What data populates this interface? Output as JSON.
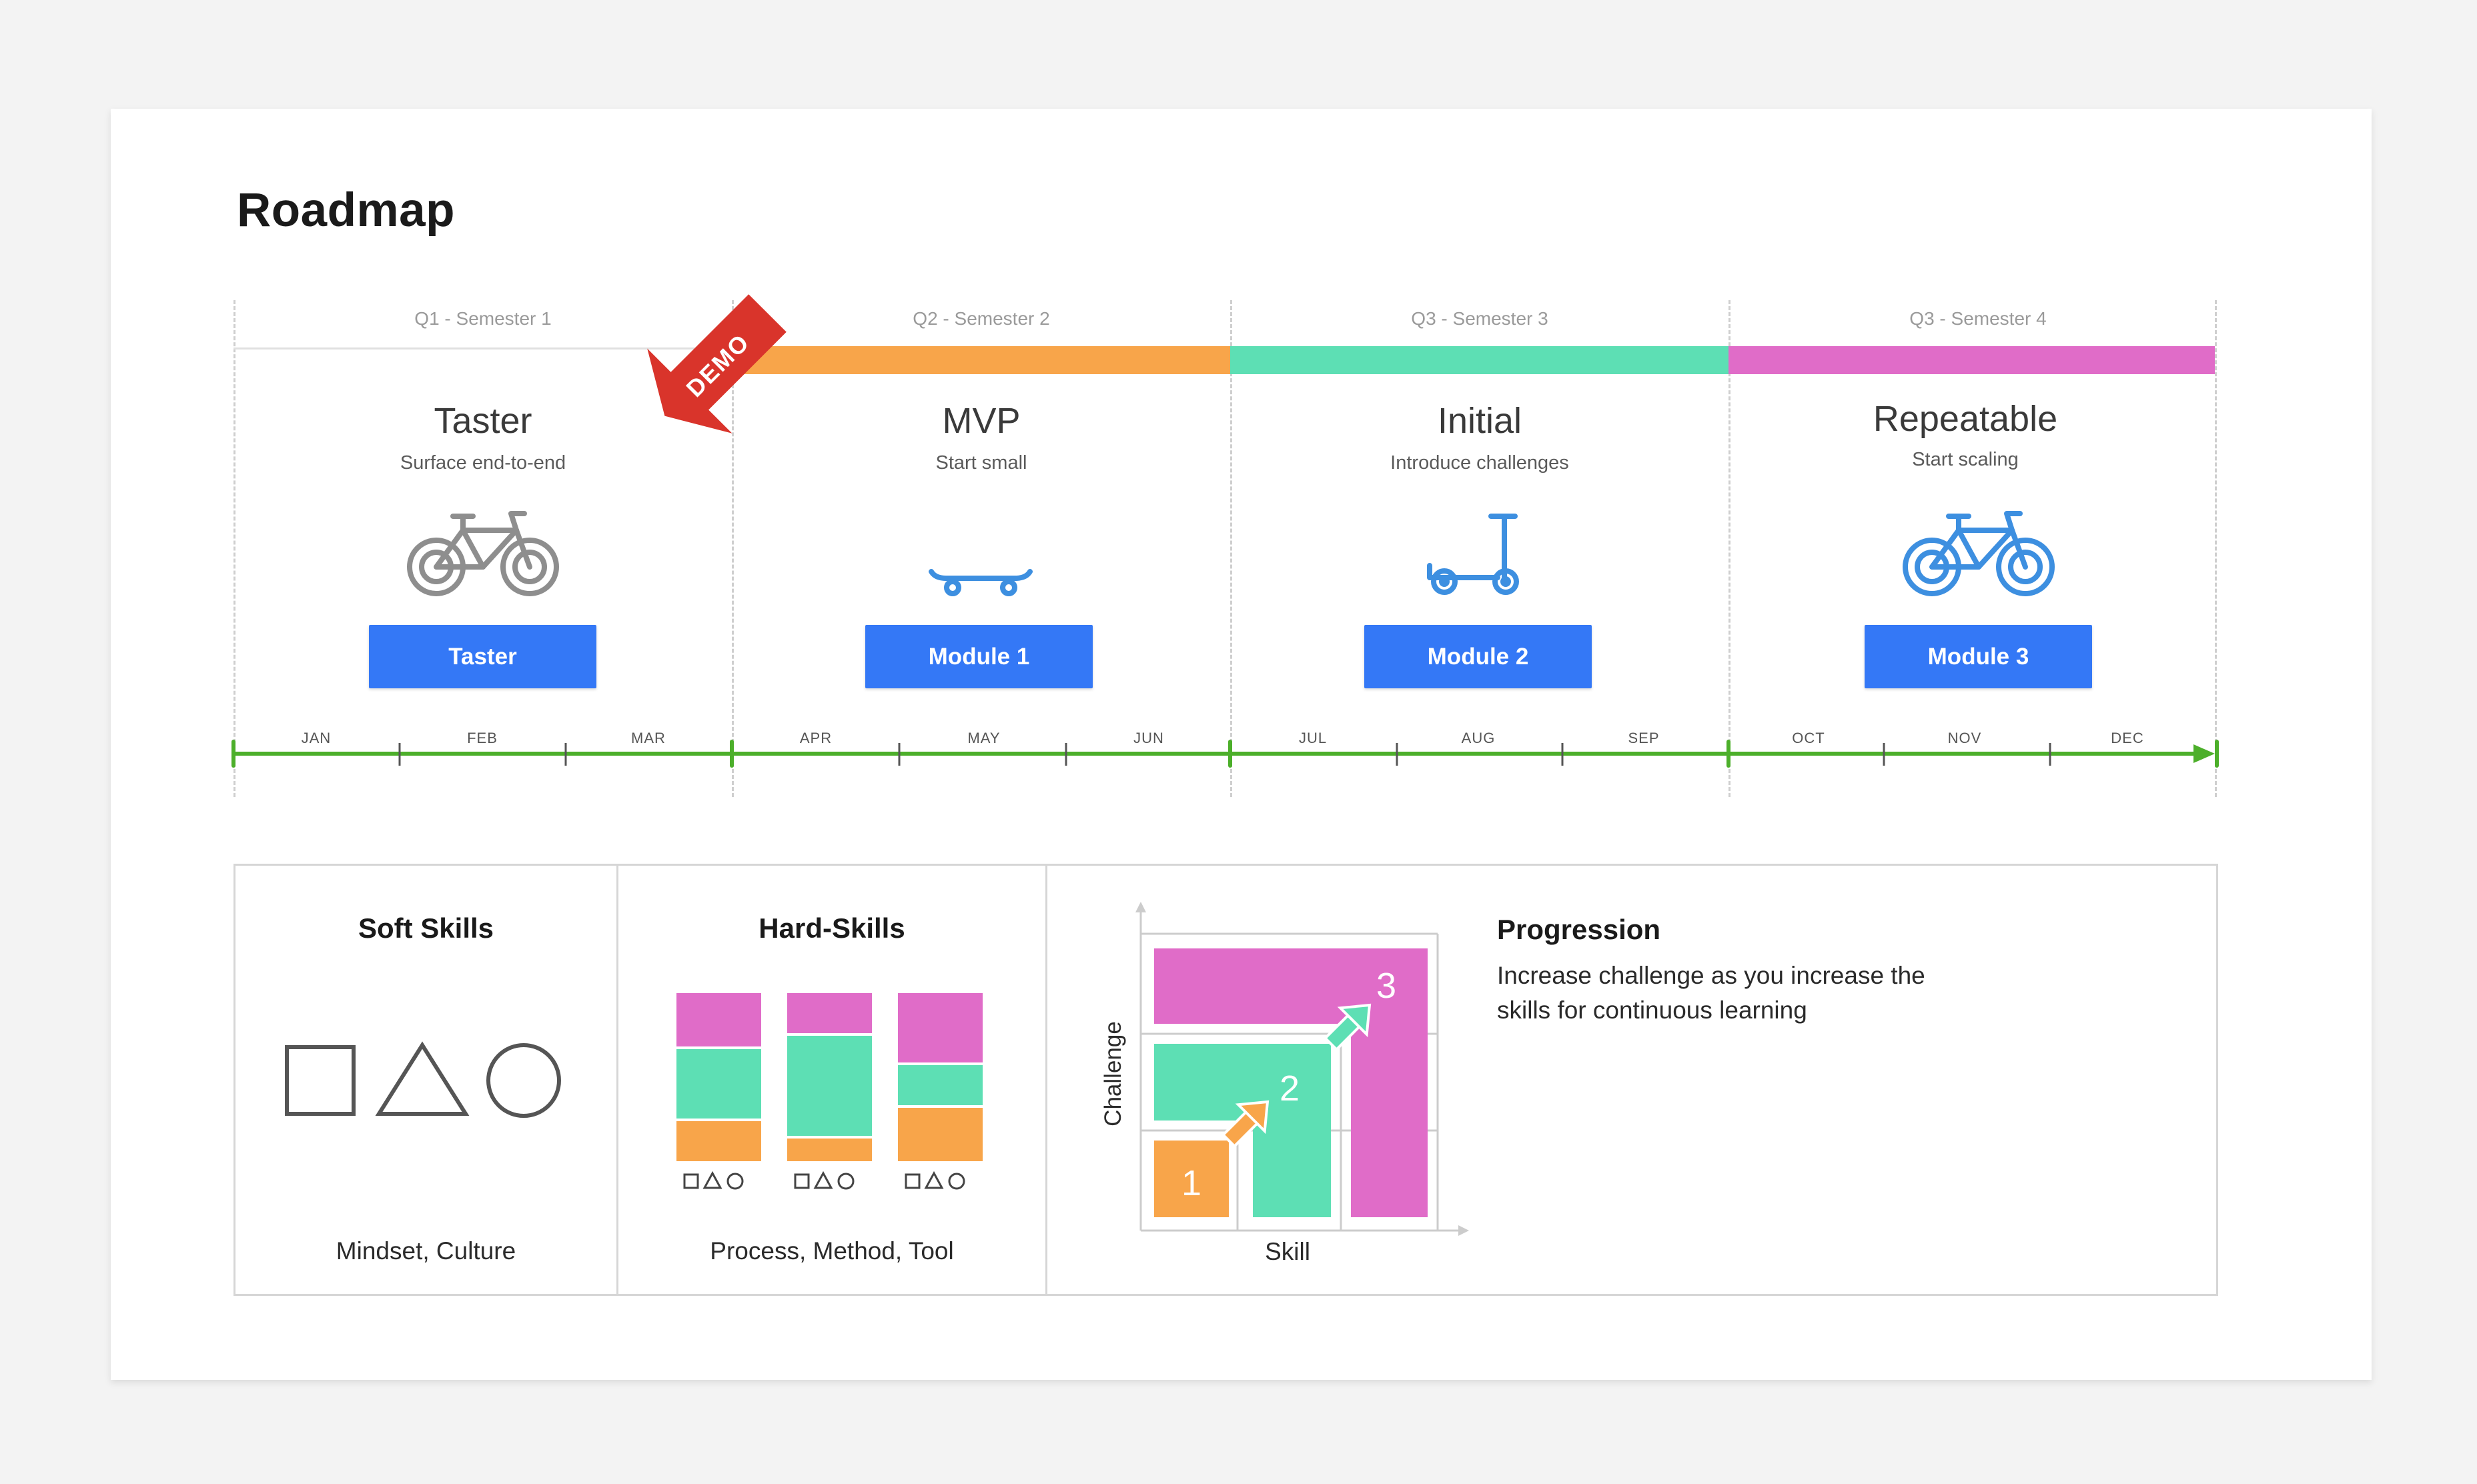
{
  "title": "Roadmap",
  "demo_ribbon": "DEMO",
  "quarters": [
    {
      "label": "Q1 - Semester 1",
      "color": "#e0e0e0"
    },
    {
      "label": "Q2 - Semester 2",
      "color": "#f8a54a"
    },
    {
      "label": "Q3 - Semester 3",
      "color": "#5ddfb4"
    },
    {
      "label": "Q3 - Semester 4",
      "color": "#e06cc8"
    }
  ],
  "phases": [
    {
      "title": "Taster",
      "subtitle": "Surface end-to-end",
      "icon": "bicycle-icon",
      "icon_color": "#8e8e8e",
      "button": "Taster"
    },
    {
      "title": "MVP",
      "subtitle": "Start small",
      "icon": "skateboard-icon",
      "icon_color": "#3d8fe0",
      "button": "Module 1"
    },
    {
      "title": "Initial",
      "subtitle": "Introduce challenges",
      "icon": "scooter-icon",
      "icon_color": "#3d8fe0",
      "button": "Module 2"
    },
    {
      "title": "Repeatable",
      "subtitle": "Start scaling",
      "icon": "bicycle-icon",
      "icon_color": "#3d8fe0",
      "button": "Module 3"
    }
  ],
  "months": [
    "JAN",
    "FEB",
    "MAR",
    "APR",
    "MAY",
    "JUN",
    "JUL",
    "AUG",
    "SEP",
    "OCT",
    "NOV",
    "DEC"
  ],
  "timeline_color": "#4caf2a",
  "button_color": "#3478f6",
  "soft_skills": {
    "title": "Soft Skills",
    "caption": "Mindset, Culture"
  },
  "hard_skills": {
    "title": "Hard-Skills",
    "caption": "Process, Method, Tool"
  },
  "progression": {
    "title": "Progression",
    "description": "Increase challenge as you increase the skills for continuous learning",
    "y_axis_label": "Challenge",
    "x_axis_label": "Skill",
    "steps": [
      "1",
      "2",
      "3"
    ]
  }
}
